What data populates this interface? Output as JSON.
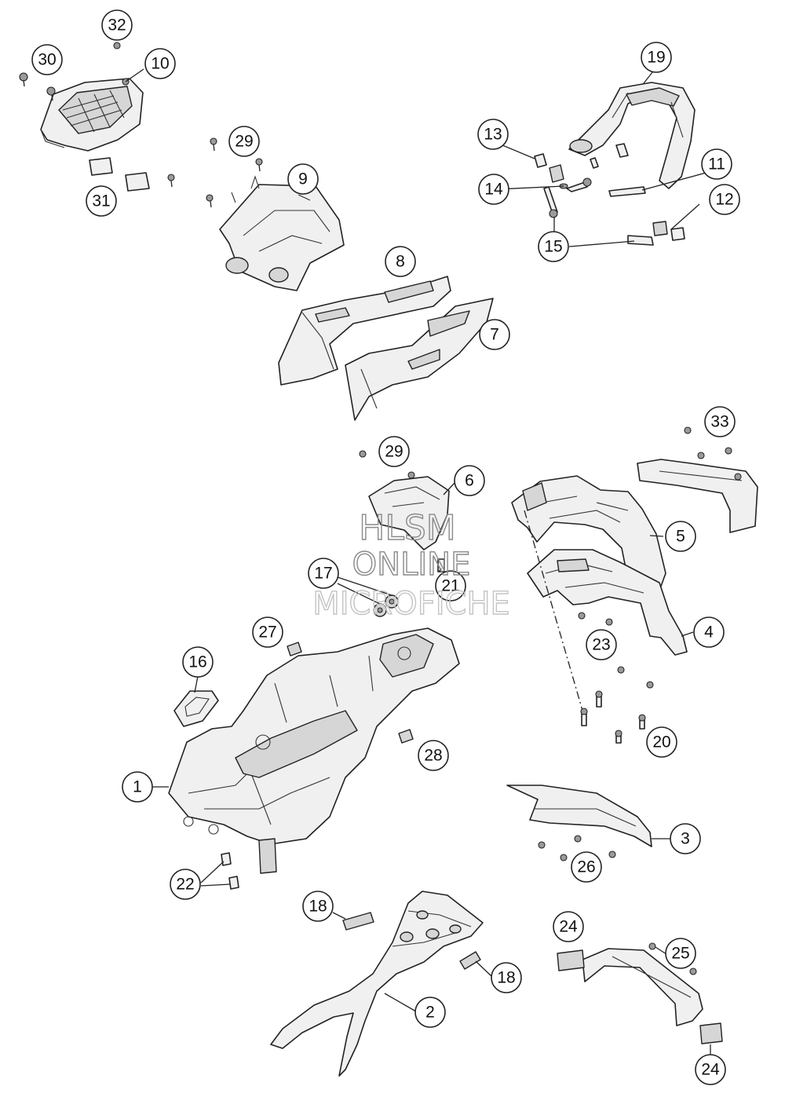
{
  "watermark": {
    "line1": "HLSM",
    "line2": "ONLINE",
    "line3": "MICROFICHE"
  },
  "callouts": [
    {
      "id": "c1",
      "label": "1"
    },
    {
      "id": "c2",
      "label": "2"
    },
    {
      "id": "c3",
      "label": "3"
    },
    {
      "id": "c4",
      "label": "4"
    },
    {
      "id": "c5",
      "label": "5"
    },
    {
      "id": "c6",
      "label": "6"
    },
    {
      "id": "c7",
      "label": "7"
    },
    {
      "id": "c8",
      "label": "8"
    },
    {
      "id": "c9",
      "label": "9"
    },
    {
      "id": "c10",
      "label": "10"
    },
    {
      "id": "c11",
      "label": "11"
    },
    {
      "id": "c12",
      "label": "12"
    },
    {
      "id": "c13",
      "label": "13"
    },
    {
      "id": "c14",
      "label": "14"
    },
    {
      "id": "c15",
      "label": "15"
    },
    {
      "id": "c16",
      "label": "16"
    },
    {
      "id": "c17",
      "label": "17"
    },
    {
      "id": "c18a",
      "label": "18"
    },
    {
      "id": "c18b",
      "label": "18"
    },
    {
      "id": "c19",
      "label": "19"
    },
    {
      "id": "c20",
      "label": "20"
    },
    {
      "id": "c21",
      "label": "21"
    },
    {
      "id": "c22",
      "label": "22"
    },
    {
      "id": "c23",
      "label": "23"
    },
    {
      "id": "c24a",
      "label": "24"
    },
    {
      "id": "c24b",
      "label": "24"
    },
    {
      "id": "c25",
      "label": "25"
    },
    {
      "id": "c26",
      "label": "26"
    },
    {
      "id": "c27",
      "label": "27"
    },
    {
      "id": "c28",
      "label": "28"
    },
    {
      "id": "c29a",
      "label": "29"
    },
    {
      "id": "c29b",
      "label": "29"
    },
    {
      "id": "c30",
      "label": "30"
    },
    {
      "id": "c31",
      "label": "31"
    },
    {
      "id": "c32",
      "label": "32"
    },
    {
      "id": "c33",
      "label": "33"
    }
  ]
}
